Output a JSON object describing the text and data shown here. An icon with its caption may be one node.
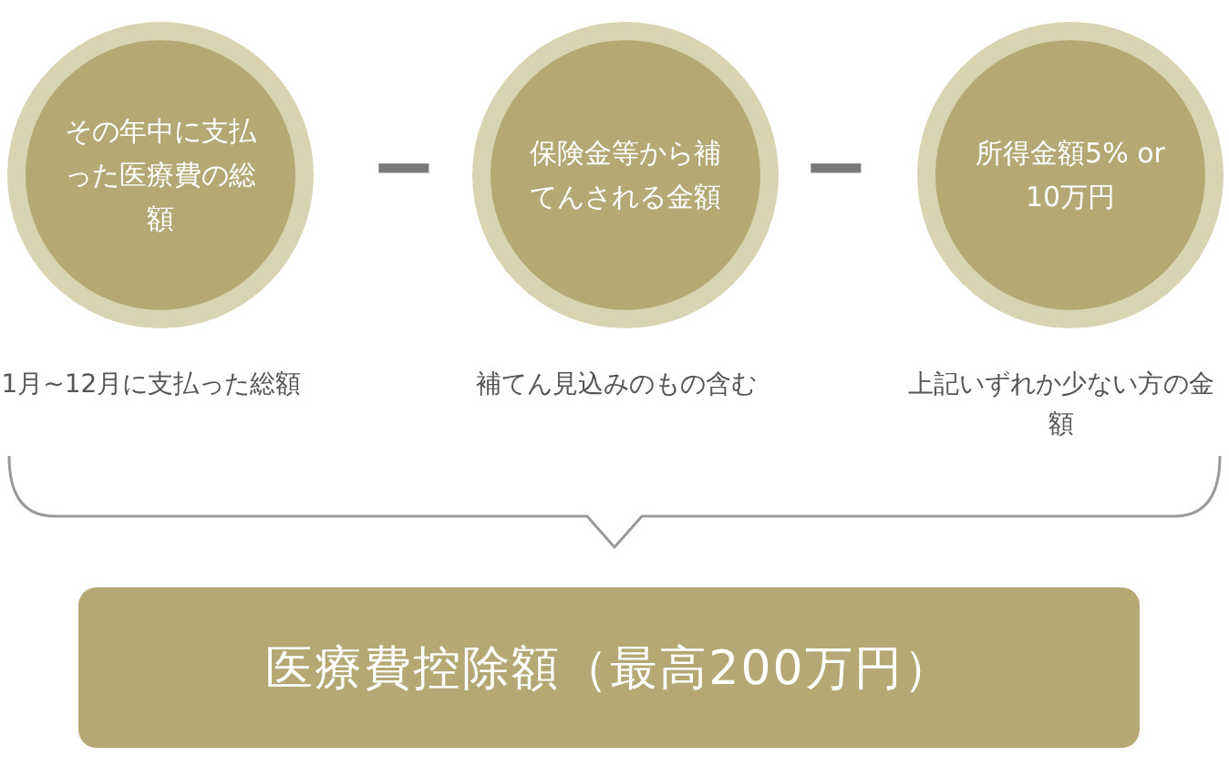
{
  "diagram": {
    "nodes": [
      {
        "text": [
          "その年中に支払った医療費の総額"
        ],
        "beside": [
          "1月~12月に支払った総額"
        ]
      },
      {
        "text": [
          "保険金等から補てんされる金額"
        ],
        "beside": [
          "補てん見込みのもの含む"
        ]
      },
      {
        "text": [
          "所得金額5% or 10万円"
        ],
        "beside": [
          "上記いずれか少ない方の金額"
        ]
      },
      {
        "text": [
          "医療費控除額（最高200万円）"
        ]
      }
    ],
    "labels": [
      "−",
      "−"
    ]
  }
}
